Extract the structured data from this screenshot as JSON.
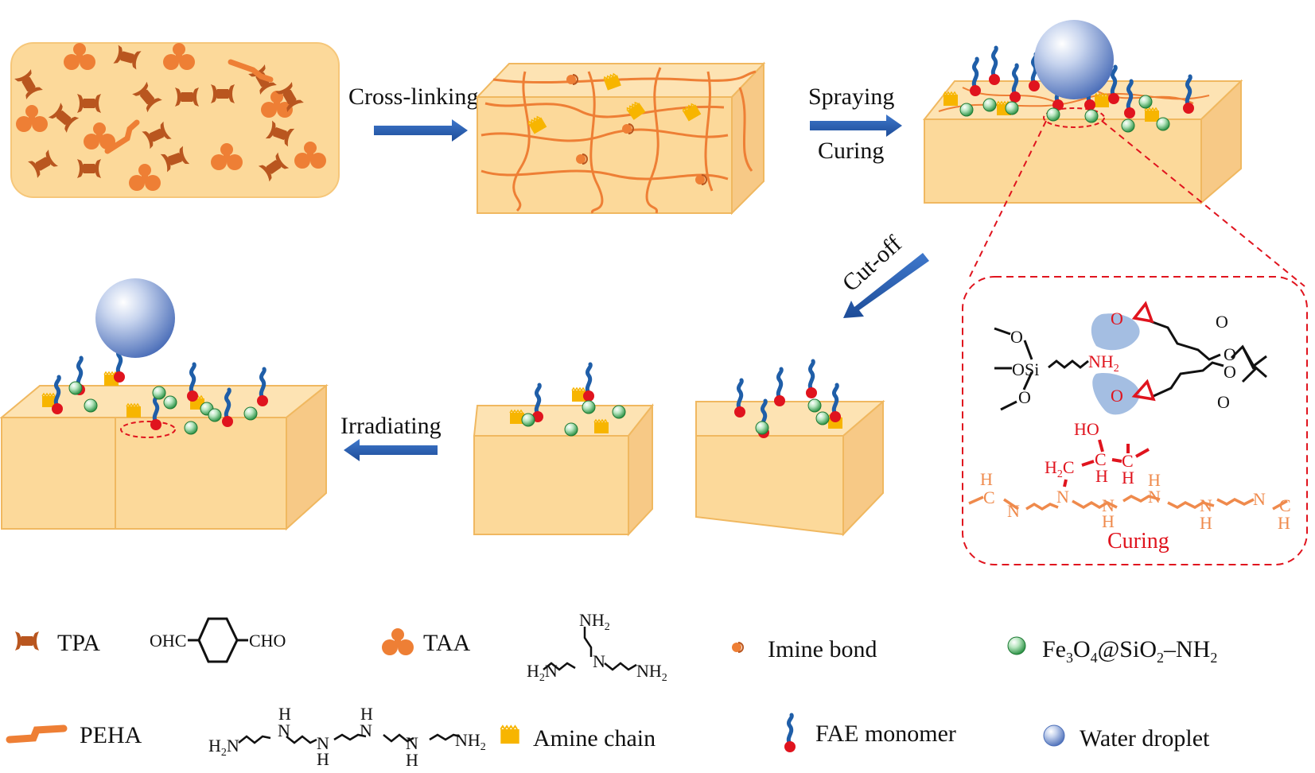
{
  "colors": {
    "matrix_fill": "#fcd99a",
    "matrix_edge": "#f0b860",
    "tpa": "#b9561f",
    "taa": "#ee7f35",
    "peha": "#ee7f35",
    "amine_chain": "#f7b500",
    "arrow": "#2a5db0",
    "water_droplet": "#5b7fc4",
    "nanoparticle": "#2aa04a",
    "fae_tail": "#1f5ea8",
    "fae_head": "#e0141e",
    "highlight": "#e0141e",
    "curing_chain": "#ef8a4c"
  },
  "process": {
    "step1_label": "Cross-linking",
    "step2_label_top": "Spraying",
    "step2_label_bottom": "Curing",
    "step3_label": "Cut-off",
    "step4_label": "Irradiating"
  },
  "inset": {
    "silane_o1": "O",
    "silane_o2": "O",
    "silane_o3": "O",
    "silane_si": "Si",
    "amine": "NH",
    "amine_sub": "2",
    "epoxy_o_top": "O",
    "epoxy_o_bottom": "O",
    "carbonyl_o_top": "O",
    "ester_o_top": "O",
    "ester_o_bottom": "O",
    "carbonyl_o_bottom": "O",
    "product_ho": "HO",
    "product_h2c": "H",
    "product_h2c_sub": "2",
    "product_h2c_c": "C",
    "product_c1": "C",
    "product_c2": "C",
    "product_h1": "H",
    "product_h2": "H",
    "chain_atoms": [
      "H",
      "C",
      "N",
      "N",
      "N",
      "H",
      "H",
      "N",
      "N",
      "H",
      "N",
      "C",
      "H"
    ],
    "caption": "Curing"
  },
  "legend": {
    "tpa": {
      "label": "TPA",
      "formula_left": "OHC",
      "formula_right": "CHO"
    },
    "taa": {
      "label": "TAA",
      "formula_top": "NH",
      "formula_left": "H",
      "formula_n": "N",
      "formula_right": "NH",
      "sub": "2"
    },
    "imine": {
      "label": "Imine bond"
    },
    "nanoparticle": {
      "label_parts": [
        "Fe",
        "3",
        "O",
        "4",
        "@SiO",
        "2",
        "–NH",
        "2"
      ]
    },
    "peha": {
      "label": "PEHA",
      "formula_left": "H",
      "formula_right": "NH",
      "sub": "2",
      "n": "N",
      "h": "H"
    },
    "amine_chain": {
      "label": "Amine chain"
    },
    "fae": {
      "label": "FAE monomer"
    },
    "water": {
      "label": "Water droplet"
    }
  }
}
